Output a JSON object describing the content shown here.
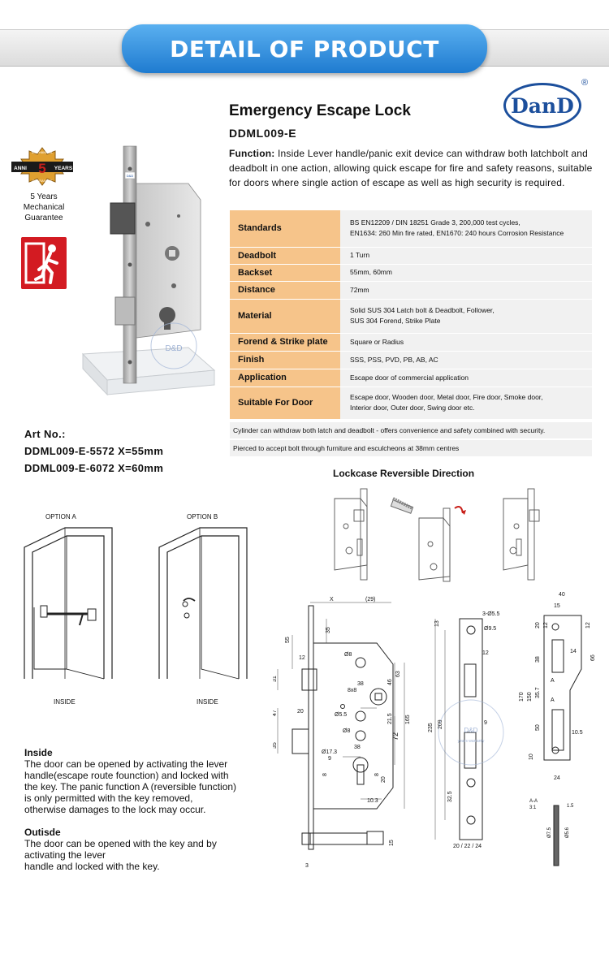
{
  "banner": {
    "title": "DETAIL OF PRODUCT"
  },
  "brand": {
    "logo_text": "DanD",
    "registered": "®"
  },
  "product": {
    "name": "Emergency Escape Lock",
    "model": "DDML009-E",
    "function_label": "Function:",
    "function_text": " Inside Lever handle/panic exit device can withdraw both latchbolt and deadbolt in one action, allowing quick escape for fire and safety reasons, suitable for doors where single action of escape as well as high security is required."
  },
  "guarantee": {
    "badge_top": "MECHANICAL",
    "badge_anni": "ANNI",
    "badge_number": "5",
    "badge_years": "YEARS",
    "badge_bottom": "GUARANTEE",
    "line1": "5 Years",
    "line2": "Mechanical",
    "line3": "Guarantee"
  },
  "photo": {
    "plate_label": "D&D",
    "watermark": "D&D"
  },
  "art": {
    "label": "Art No.:",
    "items": [
      "DDML009-E-5572   X=55mm",
      "DDML009-E-6072   X=60mm"
    ]
  },
  "specs": [
    {
      "key": "Standards",
      "value": [
        "BS EN12209 / DIN 18251 Grade 3, 200,000 test cycles,",
        "EN1634: 260 Min fire rated, EN1670: 240 hours Corrosion Resistance"
      ]
    },
    {
      "key": "Deadbolt",
      "value": [
        "1 Turn"
      ]
    },
    {
      "key": "Backset",
      "value": [
        "55mm, 60mm"
      ]
    },
    {
      "key": "Distance",
      "value": [
        "72mm"
      ]
    },
    {
      "key": "Material",
      "value": [
        "Solid SUS 304 Latch bolt & Deadbolt, Follower,",
        "SUS 304 Forend, Strike Plate"
      ]
    },
    {
      "key": "Forend & Strike plate",
      "value": [
        "Square or Radius"
      ]
    },
    {
      "key": "Finish",
      "value": [
        "SSS, PSS, PVD, PB, AB, AC"
      ]
    },
    {
      "key": "Application",
      "value": [
        "Escape door of commercial application"
      ]
    },
    {
      "key": "Suitable For Door",
      "value": [
        "Escape door, Wooden door, Metal door, Fire door, Smoke door,",
        "Interior door, Outer door, Swing door etc."
      ]
    }
  ],
  "notes": [
    "Cylinder can withdraw both latch and deadbolt - offers convenience and safety combined with security.",
    "Pierced to accept bolt through furniture and esculcheons at 38mm centres"
  ],
  "reversible_title": "Lockcase Reversible Direction",
  "options": {
    "a": "OPTION A",
    "b": "OPTION B",
    "inside_a": "INSIDE",
    "inside_b": "INSIDE"
  },
  "inside": {
    "heading": "Inside",
    "lines": [
      "The door can be opened by activating the lever",
      "handle(escape route founction) and locked with",
      "the key. The panic function A (reversible function)",
      "is only permitted with the key removed,",
      "otherwise damages to the lock may occur."
    ]
  },
  "outside": {
    "heading": "Outisde",
    "lines": [
      "The door can be opened with the key and by",
      "activating the lever",
      "handle and locked with the key."
    ]
  },
  "dims": {
    "x": "X",
    "d29": "(29)",
    "d55": "55",
    "d35a": "35",
    "d12a": "12",
    "d31": "31",
    "d8a": "Ø8",
    "d38a": "38",
    "d8x8": "8x8",
    "d46": "46",
    "d63": "63",
    "d47": "47",
    "d20a": "20",
    "d5_5": "Ø5.5",
    "d21_5": "21.5",
    "d72": "72",
    "d165": "165",
    "d8b": "Ø8",
    "d35b": "35",
    "d17_3": "Ø17.3",
    "d38b": "38",
    "d9a": "9",
    "d8c": "8",
    "d8d": "8",
    "d20b": "20",
    "d10_3": "10.3",
    "d15a": "15",
    "d3": "3",
    "d3_5_5": "3-Ø5.5",
    "d9_5": "Ø9.5",
    "d12b": "12",
    "d9b": "9",
    "d235": "235",
    "d209": "209",
    "d32_5": "32.5",
    "d13": "13",
    "d20_22_24": "20 / 22 / 24",
    "d40": "40",
    "d15b": "15",
    "d20c": "20",
    "d12c": "12",
    "d12d": "12",
    "d38c": "38",
    "d14": "14",
    "d66": "66",
    "d170": "170",
    "d150": "150",
    "d35_7": "35.7",
    "dA1": "A",
    "dA2": "A",
    "d50": "50",
    "d10_5": "10.5",
    "d10": "10",
    "d24": "24",
    "dAA": "A-A",
    "d31s": "3:1",
    "d1_5": "1.5",
    "d7_5": "Ø7.5",
    "d5_6": "Ø5.6",
    "watermark": "D&D",
    "watermark2": "years warranty"
  },
  "colors": {
    "banner": "#1f7bd0",
    "logo": "#1c4f9c",
    "spec_key": "#f6c48a",
    "spec_value": "#f1f1f1",
    "exit_sign": "#d31b22"
  }
}
